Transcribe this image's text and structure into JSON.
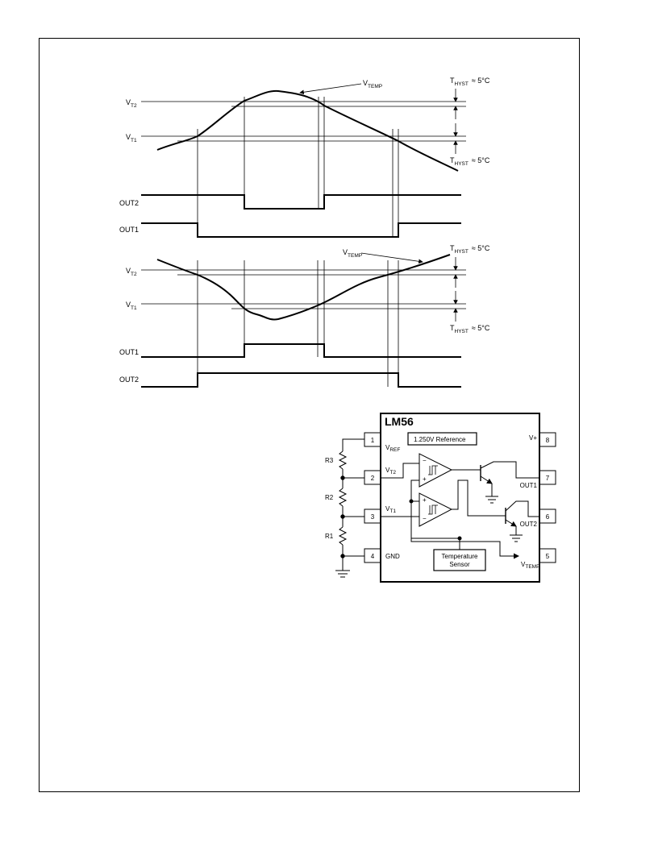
{
  "timing_top": {
    "vt2_label": "V",
    "vt2_sub": "T2",
    "vt1_label": "V",
    "vt1_sub": "T1",
    "vtemp_label": "V",
    "vtemp_sub": "TEMP",
    "hyst_label": "T",
    "hyst_sub": "HYST",
    "hyst_value": "≈ 5°C",
    "out2_label": "OUT2",
    "out1_label": "OUT1"
  },
  "timing_bottom": {
    "vt2_label": "V",
    "vt2_sub": "T2",
    "vt1_label": "V",
    "vt1_sub": "T1",
    "vtemp_label": "V",
    "vtemp_sub": "TEMP",
    "hyst_label": "T",
    "hyst_sub": "HYST",
    "hyst_value": "≈ 5°C",
    "out1_label": "OUT1",
    "out2_label": "OUT2"
  },
  "block_diagram": {
    "title": "LM56",
    "reference": "1.250V Reference",
    "sensor_line1": "Temperature",
    "sensor_line2": "Sensor",
    "r3": "R3",
    "r2": "R2",
    "r1": "R1",
    "pins": {
      "p1": "1",
      "p2": "2",
      "p3": "3",
      "p4": "4",
      "p5": "5",
      "p6": "6",
      "p7": "7",
      "p8": "8"
    },
    "pin_names": {
      "vref": "V",
      "vref_sub": "REF",
      "vt2": "V",
      "vt2_sub": "T2",
      "vt1": "V",
      "vt1_sub": "T1",
      "gnd": "GND",
      "vplus": "V+",
      "out1": "OUT1",
      "out2": "OUT2",
      "vtemp": "V",
      "vtemp_sub": "TEMP"
    },
    "minus": "−",
    "plus": "+"
  }
}
